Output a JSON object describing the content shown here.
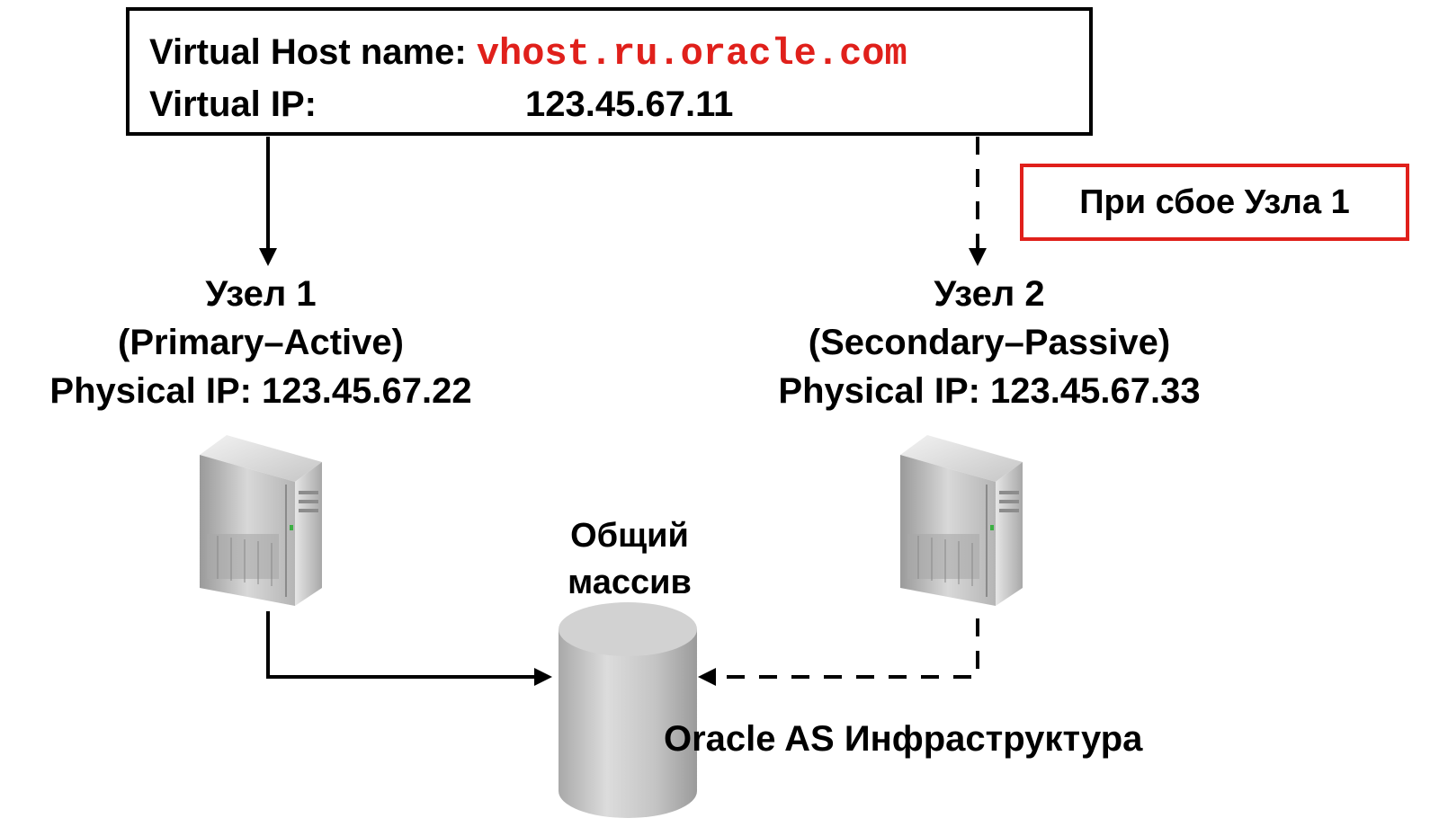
{
  "vhost_box": {
    "name_label": "Virtual Host name:",
    "name_value": "vhost.ru.oracle.com",
    "ip_label": "Virtual IP:",
    "ip_value": "123.45.67.11"
  },
  "failover_note": "При сбое Узла 1",
  "node1": {
    "title": "Узел 1",
    "role": "(Primary–Active)",
    "ip": "Physical IP: 123.45.67.22"
  },
  "node2": {
    "title": "Узел 2",
    "role": "(Secondary–Passive)",
    "ip": "Physical IP: 123.45.67.33"
  },
  "storage": {
    "line1": "Общий",
    "line2": "массив"
  },
  "infrastructure_label": "Oracle AS Инфраструктура",
  "colors": {
    "accent_red": "#e0201b",
    "line": "#000000"
  },
  "icons": {
    "server": "server-tower-icon",
    "storage": "database-cylinder-icon"
  }
}
